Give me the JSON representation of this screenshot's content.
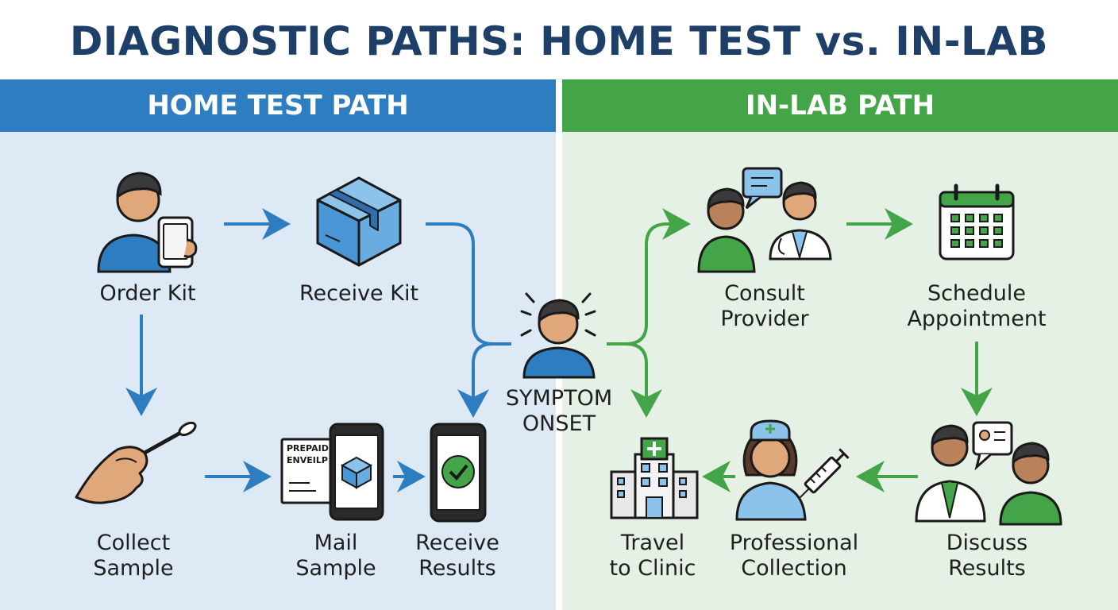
{
  "title": "DIAGNOSTIC PATHS: HOME TEST vs. IN-LAB",
  "home_header": "HOME TEST PATH",
  "lab_header": "IN-LAB PATH",
  "center": {
    "line1": "SYMPTOM",
    "line2": "ONSET"
  },
  "home_steps": {
    "order_kit": "Order Kit",
    "receive_kit": "Receive Kit",
    "collect_sample": {
      "line1": "Collect",
      "line2": "Sample"
    },
    "mail_sample": {
      "line1": "Mail",
      "line2": "Sample"
    },
    "receive_results": {
      "line1": "Receive",
      "line2": "Results"
    },
    "envelope_text": {
      "line1": "PREPAID",
      "line2": "ENVEILP"
    }
  },
  "lab_steps": {
    "consult_provider": {
      "line1": "Consult",
      "line2": "Provider"
    },
    "schedule_appointment": {
      "line1": "Schedule",
      "line2": "Appointment"
    },
    "discuss_results": {
      "line1": "Discuss",
      "line2": "Results"
    },
    "professional_collection": {
      "line1": "Professional",
      "line2": "Collection"
    },
    "travel_to_clinic": {
      "line1": "Travel",
      "line2": "to Clinic"
    }
  },
  "colors": {
    "title": "#1d3f68",
    "home_accent": "#2f7dc1",
    "lab_accent": "#43a548",
    "home_bg": "#dde9f4",
    "lab_bg": "#e5f1e4"
  },
  "icons": {
    "order_kit": "person-with-phone-icon",
    "receive_kit": "package-box-icon",
    "collect_sample": "hand-swab-icon",
    "mail_sample": "envelope-and-phone-icon",
    "receive_results": "phone-checkmark-icon",
    "symptom_onset": "person-alert-icon",
    "consult_provider": "patient-doctor-chat-icon",
    "schedule_appointment": "calendar-icon",
    "discuss_results": "doctor-patient-report-icon",
    "professional_collection": "nurse-syringe-icon",
    "travel_to_clinic": "hospital-building-icon"
  }
}
